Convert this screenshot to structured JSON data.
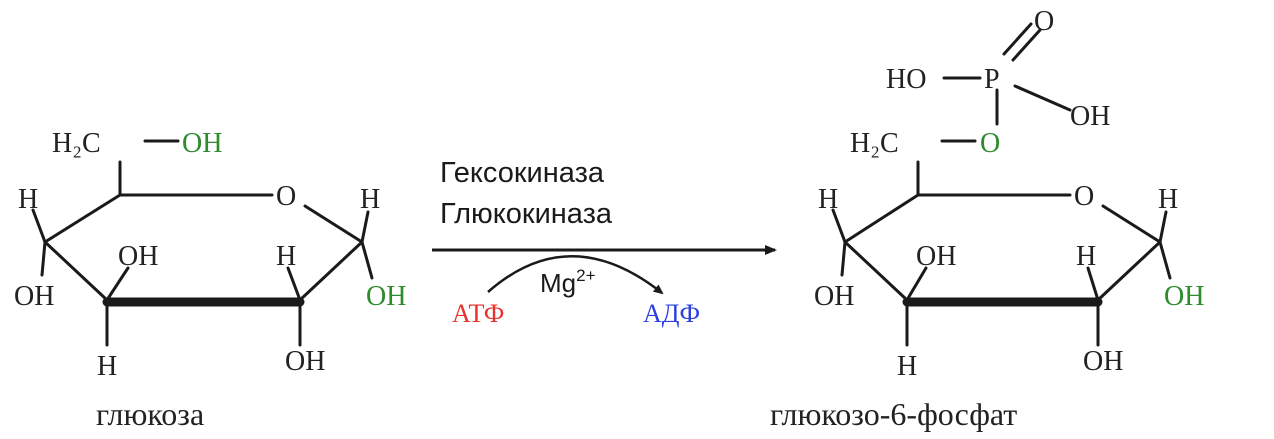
{
  "colors": {
    "bond": "#1a1a1a",
    "atom": "#222222",
    "hydroxyl_highlight": "#2e8b2e",
    "atp": "#e8322b",
    "adp": "#2b3fe0"
  },
  "glucose": {
    "ch2": "H₂C",
    "oh_top": "OH",
    "ring_o": "O",
    "h_left": "H",
    "h_right": "H",
    "oh_in_left": "OH",
    "h_in_right": "H",
    "oh_left": "OH",
    "oh_right": "OH",
    "h_bottom": "H",
    "oh_bottom": "OH",
    "name": "глюкоза"
  },
  "reaction": {
    "enzyme_1": "Гексокиназа",
    "enzyme_2": "Глюкокиназа",
    "cofactor": "Mg",
    "cofactor_charge": "2+",
    "substrate": "АТФ",
    "byproduct": "АДФ"
  },
  "product": {
    "o_double": "O",
    "ho": "HO",
    "p": "P",
    "oh_p": "OH",
    "ch2": "H₂C",
    "o_link": "O",
    "ring_o": "O",
    "h_left": "H",
    "h_right": "H",
    "oh_in_left": "OH",
    "h_in_right": "H",
    "oh_left": "OH",
    "oh_right": "OH",
    "h_bottom": "H",
    "oh_bottom": "OH",
    "name": "глюкозо-6-фосфат"
  }
}
